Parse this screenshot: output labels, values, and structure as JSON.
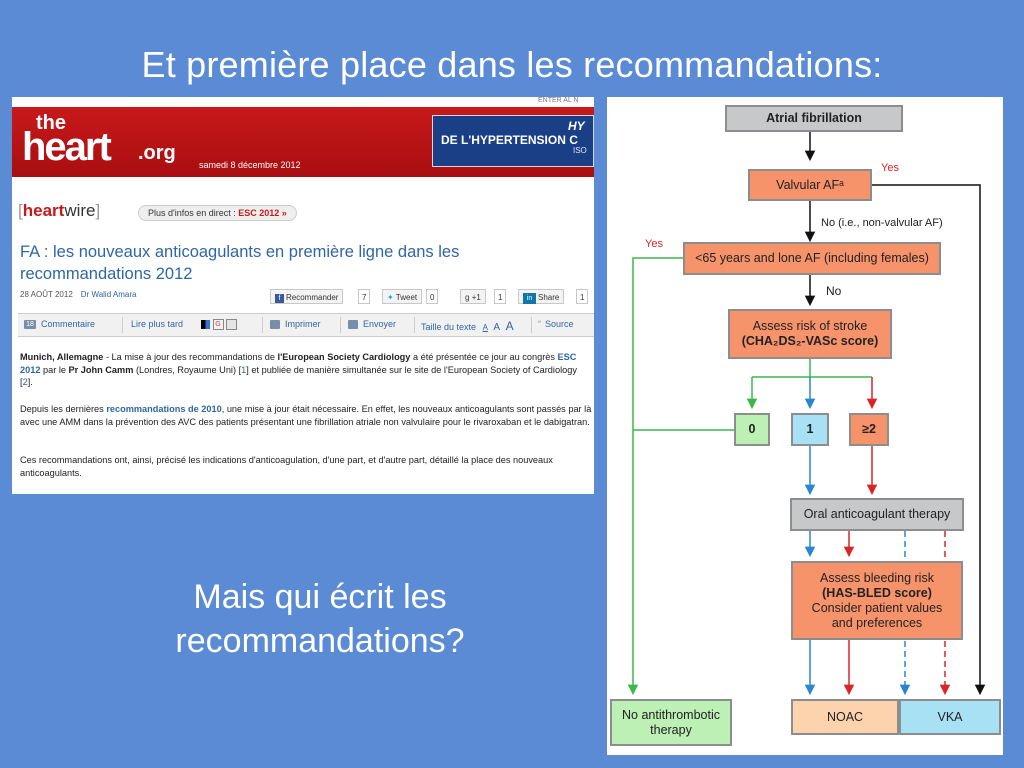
{
  "slide": {
    "title": "Et première place dans les recommandations:",
    "question_line1": "Mais qui écrit  les",
    "question_line2": "recommandations?"
  },
  "article": {
    "top_strip": "ENTER AL N",
    "logo": {
      "the": "the",
      "heart": "heart",
      "org": ".org"
    },
    "date": "samedi 8 décembre 2012",
    "banner_text": "DE L'HYPERTENSION C",
    "banner_extra": "HY",
    "banner_badge": "ISO",
    "heartwire": {
      "open": "[",
      "heart": "heart",
      "wire": "wire",
      "close": "]"
    },
    "pill_prefix": "Plus d'infos en direct : ",
    "pill_link": "ESC 2012 »",
    "headline": "FA : les nouveaux anticoagulants en première ligne dans les recommandations 2012",
    "byline_date": "28 AOÛT 2012",
    "byline_author": "Dr Walid Amara",
    "share": {
      "recommander": "Recommander",
      "recommander_count": "7",
      "tweet": "Tweet",
      "tweet_count": "0",
      "plus": "+1",
      "plus_count": "1",
      "linkedin": "in",
      "share": "Share",
      "share_count": "1"
    },
    "toolbar": {
      "comment_count": "18",
      "commentaire": "Commentaire",
      "lire_plus_tard": "Lire plus tard",
      "imprimer": "Imprimer",
      "envoyer": "Envoyer",
      "taille": "Taille du texte",
      "sizes": [
        "A",
        "A",
        "A"
      ],
      "source": "Source"
    },
    "p1": {
      "a": "Munich, Allemagne",
      "b": " - La mise à jour des recommandations de ",
      "c": "l'European Society Cardiology",
      "d": " a été présentée ce jour au congrès ",
      "e": "ESC 2012",
      "f": " par le ",
      "g": "Pr John Camm",
      "h": " (Londres, Royaume Uni) [",
      "i": "1",
      "j": "] et publiée de manière simultanée sur le site de l'European Society of Cardiology [",
      "k": "2",
      "l": "]."
    },
    "p2": {
      "a": "Depuis les dernières ",
      "b": "recommandations de 2010",
      "c": ", une mise à jour était nécessaire. En effet, les nouveaux anticoagulants sont passés par là avec une AMM dans la prévention des AVC des patients présentant une fibrillation atriale non valvulaire pour le rivaroxaban et le dabigatran."
    },
    "p3": "Ces recommandations ont, ainsi, précisé les indications d'anticoagulation, d'une part, et d'autre part, détaillé la place des nouveaux anticoagulants."
  },
  "flowchart": {
    "atrial_fibrillation": "Atrial fibrillation",
    "valvular_af": "Valvular AFᵃ",
    "yes_1": "Yes",
    "no_non_valvular": "No (i.e., non-valvular AF)",
    "yes_2": "Yes",
    "lone_af": "<65 years and lone AF (including females)",
    "no": "No",
    "assess_stroke_1": "Assess risk of stroke",
    "assess_stroke_2": "(CHA₂DS₂-VASc score)",
    "score_0": "0",
    "score_1": "1",
    "score_2": "≥2",
    "oral_anticoagulant": "Oral anticoagulant therapy",
    "bleeding_1": "Assess bleeding risk",
    "bleeding_2": "(HAS-BLED score)",
    "bleeding_3": "Consider patient values",
    "bleeding_4": "and preferences",
    "no_antithrombotic": "No antithrombotic therapy",
    "noac": "NOAC",
    "vka": "VKA",
    "colors": {
      "green": "#3bb84a",
      "blue": "#2a86d0",
      "red": "#d9262a",
      "black": "#111111"
    }
  }
}
